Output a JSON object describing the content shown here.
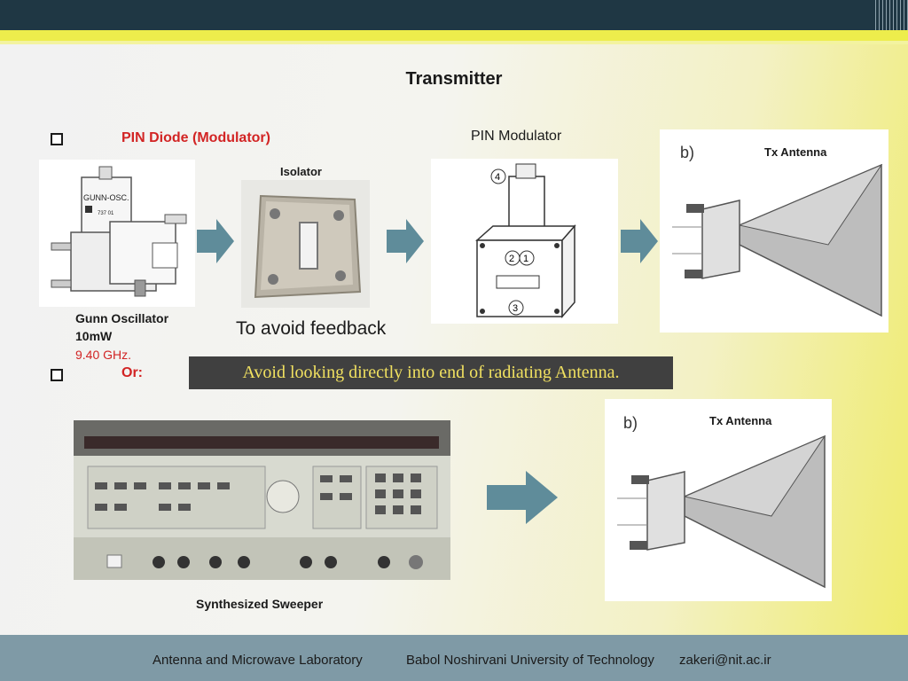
{
  "title": "Transmitter",
  "bullets": {
    "pin_diode": "PIN Diode (Modulator)",
    "or": "Or:"
  },
  "labels": {
    "pin_modulator": "PIN Modulator",
    "isolator": "Isolator",
    "tx_antenna_top": "Tx Antenna",
    "tx_antenna_bottom": "Tx Antenna",
    "b_top": "b)",
    "b_bottom": "b)",
    "gunn_osc_label": "GUNN-OSC.",
    "gunn_osc_number": "737 01",
    "gunn_oscillator": "Gunn Oscillator",
    "gunn_power": "10mW",
    "gunn_freq": "9.40 GHz.",
    "avoid_feedback": "To avoid feedback",
    "synthesized_sweeper": "Synthesized Sweeper",
    "modulator_num_4": "4",
    "modulator_num_2": "2",
    "modulator_num_1": "1",
    "modulator_num_3": "3"
  },
  "warning": "Avoid looking directly into end of radiating Antenna.",
  "footer": {
    "lab": "Antenna and Microwave Laboratory",
    "university": "Babol Noshirvani University of Technology",
    "email": "zakeri@nit.ac.ir"
  },
  "colors": {
    "accent_red": "#d22424",
    "arrow": "#5f8c9a",
    "top_bar": "#1f3744",
    "footer_bar": "#7f9aa6",
    "warning_text": "#f0e060"
  }
}
